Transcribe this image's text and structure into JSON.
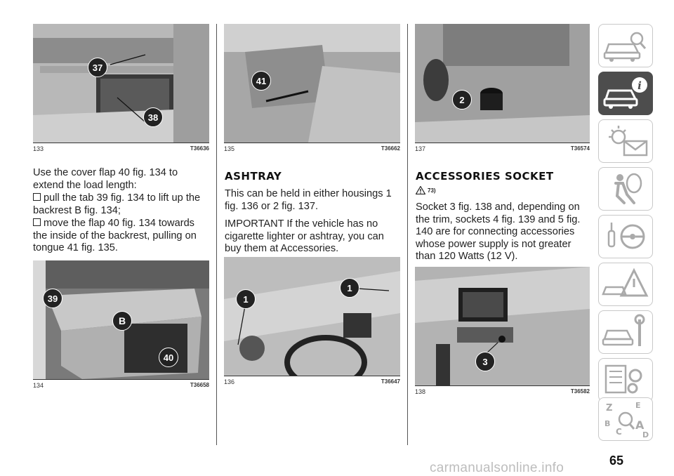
{
  "figures": {
    "f133": {
      "num": "133",
      "code": "T36636",
      "callouts": [
        "37",
        "38"
      ]
    },
    "f135": {
      "num": "135",
      "code": "T36662",
      "callouts": [
        "41"
      ]
    },
    "f137": {
      "num": "137",
      "code": "T36574",
      "callouts": [
        "2"
      ]
    },
    "f134": {
      "num": "134",
      "code": "T36658",
      "callouts": [
        "39",
        "B",
        "40"
      ]
    },
    "f136": {
      "num": "136",
      "code": "T36647",
      "callouts": [
        "1",
        "1"
      ]
    },
    "f138": {
      "num": "138",
      "code": "T36582",
      "callouts": [
        "3"
      ]
    }
  },
  "col1": {
    "intro": "Use the cover flap 40 fig. 134 to extend the load length:",
    "bullet1": "pull the tab 39 fig. 134 to lift up the backrest B fig. 134;",
    "bullet2": "move the flap 40 fig. 134 towards the inside of the backrest, pulling on tongue 41 fig. 135."
  },
  "col2": {
    "heading": "ASHTRAY",
    "para1": "This can be held in either housings 1 fig. 136 or 2 fig. 137.",
    "para2": "IMPORTANT If the vehicle has no cigarette lighter or ashtray, you can buy them at Accessories."
  },
  "col3": {
    "heading": "ACCESSORIES SOCKET",
    "warning_ref": "73)",
    "para1": "Socket 3 fig. 138 and, depending on the trim, sockets 4 fig. 139 and 5 fig. 140 are for connecting accessories whose power supply is not greater than 120 Watts (12 V)."
  },
  "sidebar": {
    "items": [
      {
        "icon": "car-search-icon",
        "active": false
      },
      {
        "icon": "car-info-icon",
        "active": true
      },
      {
        "icon": "warning-light-message-icon",
        "active": false
      },
      {
        "icon": "airbag-passenger-icon",
        "active": false
      },
      {
        "icon": "key-steering-wheel-icon",
        "active": false
      },
      {
        "icon": "car-breakdown-triangle-icon",
        "active": false
      },
      {
        "icon": "car-maintenance-wrench-icon",
        "active": false
      },
      {
        "icon": "specifications-gears-icon",
        "active": false
      },
      {
        "icon": "alphabetical-index-search-icon",
        "active": false
      }
    ]
  },
  "page_number": "65",
  "watermark": "carmanualsonline.info",
  "colors": {
    "callout": "#222222",
    "active_tab": "#4d4d4d",
    "tab_border": "#c8c8c8"
  }
}
